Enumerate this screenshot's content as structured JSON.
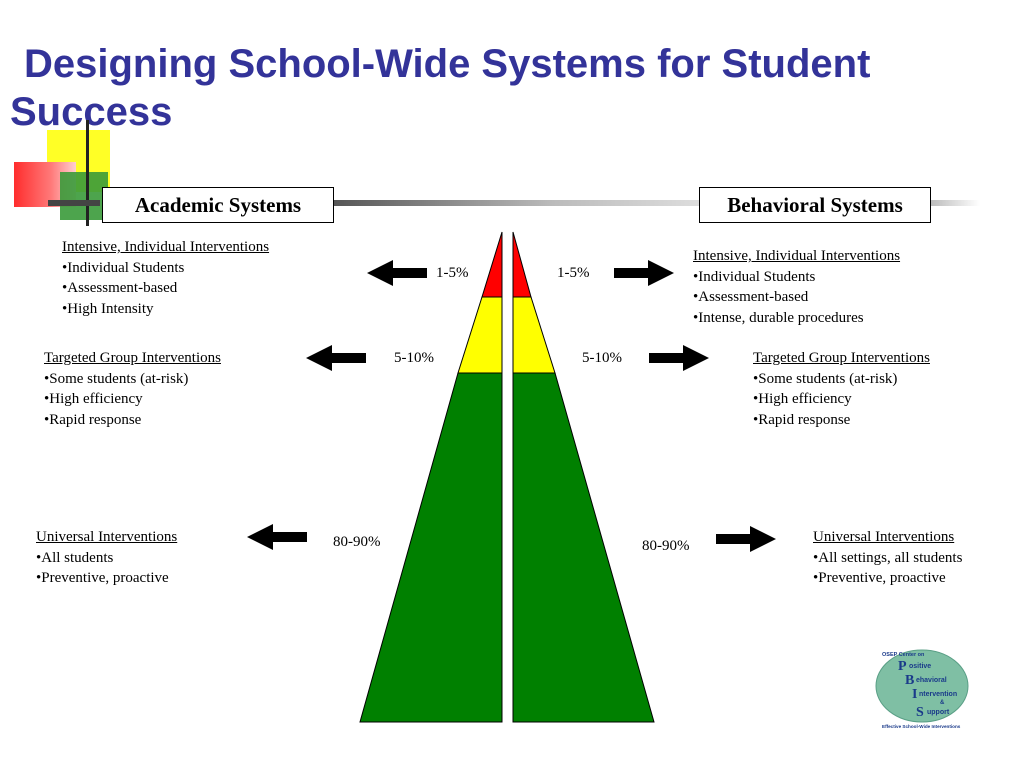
{
  "title": "Designing School-Wide Systems for Student Success",
  "colors": {
    "title": "#333399",
    "tier_red": "#ff0000",
    "tier_yellow": "#ffff00",
    "tier_green": "#008000"
  },
  "academic": {
    "heading": "Academic Systems",
    "tiers": [
      {
        "percent": "1-5%",
        "heading": "Intensive, Individual Interventions",
        "bullets": [
          "•Individual Students",
          "•Assessment-based",
          "•High Intensity"
        ]
      },
      {
        "percent": "5-10%",
        "heading": "Targeted Group Interventions",
        "bullets": [
          "•Some students (at-risk)",
          "•High efficiency",
          "•Rapid response"
        ]
      },
      {
        "percent": "80-90%",
        "heading": "Universal Interventions",
        "bullets": [
          "•All students",
          "•Preventive,  proactive"
        ]
      }
    ]
  },
  "behavioral": {
    "heading": "Behavioral Systems",
    "tiers": [
      {
        "percent": "1-5%",
        "heading": "Intensive, Individual Interventions",
        "bullets": [
          "•Individual Students",
          "•Assessment-based",
          "•Intense, durable procedures"
        ]
      },
      {
        "percent": "5-10%",
        "heading": "Targeted Group Interventions",
        "bullets": [
          "•Some students (at-risk)",
          "•High efficiency",
          "•Rapid response"
        ]
      },
      {
        "percent": "80-90%",
        "heading": "Universal Interventions",
        "bullets": [
          "•All settings, all students",
          "•Preventive,  proactive"
        ]
      }
    ]
  },
  "logo": {
    "top": "OSEP Center on",
    "letters": [
      "P",
      "B",
      "I",
      "S"
    ],
    "words": [
      "ositive",
      "ehavioral",
      "ntervention",
      "&",
      "upport"
    ],
    "bottom": "Effective School-Wide Interventions"
  }
}
